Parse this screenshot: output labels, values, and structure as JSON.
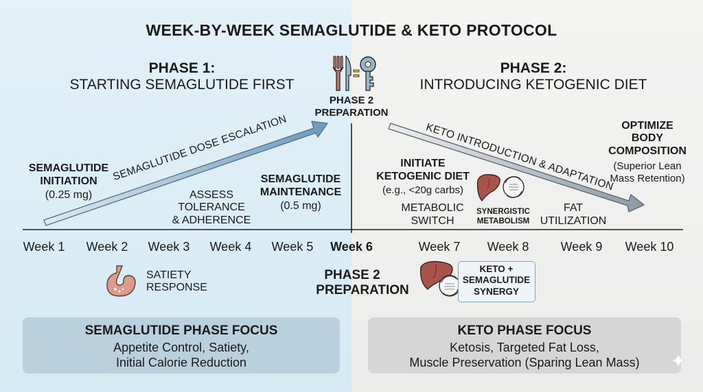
{
  "title": "WEEK-BY-WEEK SEMAGLUTIDE & KETO PROTOCOL",
  "phase1": {
    "heading": "PHASE 1:",
    "subheading": "STARTING SEMAGLUTIDE FIRST"
  },
  "phase2": {
    "heading": "PHASE 2:",
    "subheading": "INTRODUCING KETOGENIC DIET"
  },
  "center_top": {
    "line1": "PHASE 2",
    "line2": "PREPARATION"
  },
  "arrows": {
    "dose": "SEMAGLUTIDE DOSE ESCALATION",
    "keto": "KETO INTRODUCTION & ADAPTATION"
  },
  "milestones": {
    "initiation": {
      "line1": "SEMAGLUTIDE",
      "line2": "INITIATION",
      "dose": "(0.25 mg)"
    },
    "assess": {
      "line1": "ASSESS",
      "line2": "TOLERANCE",
      "line3": "& ADHERENCE"
    },
    "maintenance": {
      "line1": "SEMAGLUTIDE",
      "line2": "MAINTENANCE",
      "dose": "(0.5 mg)"
    },
    "initiate_keto": {
      "line1": "INITIATE",
      "line2": "KETOGENIC DIET",
      "detail": "(e.g., <20g carbs)"
    },
    "metabolic": {
      "line1": "METABOLIC",
      "line2": "SWITCH"
    },
    "synergistic": {
      "line1": "SYNERGISTIC",
      "line2": "METABOLISM"
    },
    "fat": {
      "line1": "FAT",
      "line2": "UTILIZATION"
    },
    "optimize": {
      "line1": "OPTIMIZE",
      "line2": "BODY",
      "line3": "COMPOSITION",
      "detail1": "(Superior Lean",
      "detail2": "Mass Retention)"
    }
  },
  "weeks": [
    "Week 1",
    "Week 2",
    "Week 3",
    "Week 4",
    "Week 5",
    "Week 6",
    "Week 7",
    "Week 8",
    "Week 9",
    "Week 10"
  ],
  "satiety": {
    "line1": "SATIETY",
    "line2": "RESPONSE"
  },
  "center_bottom": {
    "line1": "PHASE 2",
    "line2": "PREPARATION"
  },
  "synergy": {
    "line1": "KETO +",
    "line2": "SEMAGLUTIDE",
    "line3": "SYNERGY"
  },
  "focus_left": {
    "title": "SEMAGLUTIDE PHASE FOCUS",
    "line1": "Appetite Control, Satiety,",
    "line2": "Initial Calorie Reduction"
  },
  "focus_right": {
    "title": "KETO PHASE FOCUS",
    "line1": "Ketosis, Targeted Fat Loss,",
    "line2": "Muscle Preservation (Sparing Lean Mass)"
  },
  "icons": [
    "fork-icon",
    "knife-icon",
    "equals-icon",
    "key-icon",
    "stomach-icon",
    "liver-icon",
    "cycle-icon",
    "sparkle-icon"
  ],
  "colors": {
    "left_bg": "#dcedf6",
    "right_bg": "#f0f0ef",
    "left_box": "#b9d0de",
    "right_box": "#d6d6d6",
    "accent_blue": "#5f8fb3",
    "organ": "#a9544a"
  }
}
